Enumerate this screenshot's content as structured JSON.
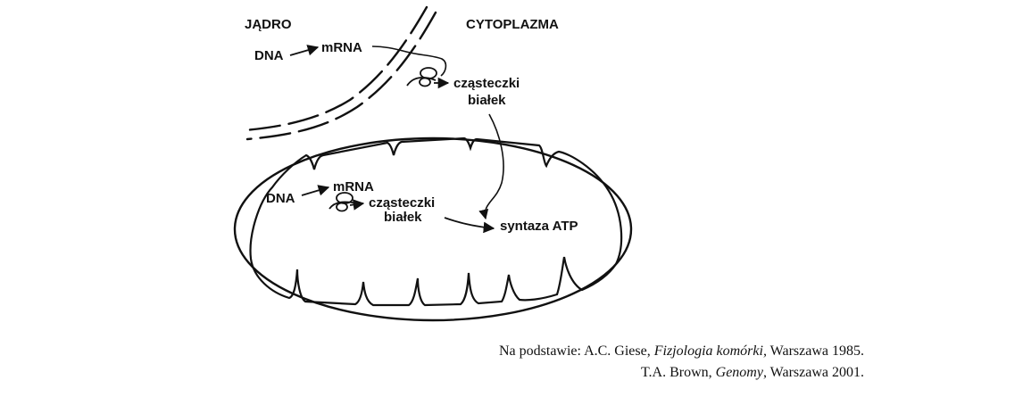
{
  "diagram": {
    "regions": {
      "nucleus": "JĄDRO",
      "cytoplasm": "CYTOPLAZMA"
    },
    "nucleus_flow": {
      "dna": "DNA",
      "mrna": "mRNA",
      "proteins_line1": "cząsteczki",
      "proteins_line2": "białek"
    },
    "mito_flow": {
      "dna": "DNA",
      "mrna": "mRNA",
      "proteins_line1": "cząsteczki",
      "proteins_line2": "białek",
      "enzyme": "syntaza ATP"
    }
  },
  "source": {
    "line1_prefix": "Na podstawie: A.C. Giese, ",
    "line1_title": "Fizjologia komórki,",
    "line1_suffix": " Warszawa 1985.",
    "line2_prefix": "T.A. Brown, ",
    "line2_title": "Genomy",
    "line2_suffix": ", Warszawa 2001."
  }
}
